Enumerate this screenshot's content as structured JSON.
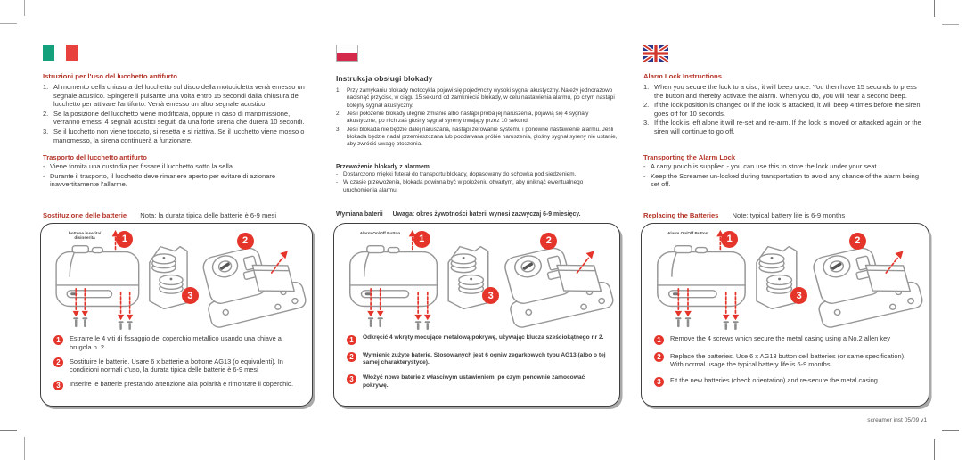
{
  "accent_colors": {
    "heading_red": "#b5352a",
    "callout_red": "#e5352b"
  },
  "footer": "screamer inst 05/09 v1",
  "diagram": {
    "callouts": [
      "1",
      "2",
      "3"
    ]
  },
  "columns": [
    {
      "lang": "italian",
      "heading": "Istruzioni per l'uso del lucchetto antifurto",
      "instructions": [
        {
          "num": "1.",
          "text": "Al momento della chiusura del lucchetto sul disco della motocicletta verrà emesso un segnale acustico. Spingere il pulsante una volta entro 15 secondi dalla chiusura del lucchetto per attivare l'antifurto. Verrà emesso un altro segnale acustico."
        },
        {
          "num": "2.",
          "text": "Se la posizione del lucchetto viene modificata, oppure in caso di manomissione, verranno emessi 4 segnali acustici seguiti da una forte sirena che durerà 10 secondi."
        },
        {
          "num": "3.",
          "text": "Se il lucchetto non viene toccato, si resetta e si riattiva. Se il lucchetto viene mosso o manomesso, la sirena continuerà a funzionare."
        }
      ],
      "transport_heading": "Trasporto del lucchetto antifurto",
      "transport_items": [
        {
          "num": "-",
          "text": "Viene fornita una custodia per fissare il lucchetto sotto la sella."
        },
        {
          "num": "-",
          "text": "Durante il trasporto, il lucchetto deve rimanere aperto per evitare di azionare inavvertitamente l'allarme."
        }
      ],
      "battery_heading": "Sostituzione delle batterie",
      "battery_note": "Nota: la durata tipica delle batterie è 6-9 mesi",
      "diagram_label": "bottone inserita/ disinserita",
      "steps": [
        {
          "num": "1",
          "text": "Estrarre le 4 viti di fissaggio del coperchio metallico usando una chiave a brugola n. 2"
        },
        {
          "num": "2",
          "text": "Sostituire le batterie. Usare 6 x batterie a bottone AG13 (o equivalenti). In condizioni normali d'uso, la durata tipica delle batterie è 6-9 mesi"
        },
        {
          "num": "3",
          "text": "Inserire le batterie prestando attenzione alla polarità e rimontare il coperchio."
        }
      ]
    },
    {
      "lang": "polish",
      "heading": "Instrukcja obsługi blokady",
      "instructions": [
        {
          "num": "1.",
          "text": "Przy zamykaniu blokady motocykla pojawi się pojedynczy wysoki sygnał akustyczny. Należy jednorazowo nacisnąć przycisk, w ciągu 15 sekund od zamknięcia blokady, w celu nastawienia alarmu, po czym nastąpi kolejny sygnał akustyczny."
        },
        {
          "num": "2.",
          "text": "Jeśli położenie blokady ulegnie zmianie albo nastąpi próba jej naruszenia, pojawią się 4 sygnały akustyczne, po nich zaś głośny sygnał syreny trwający przez 10 sekund."
        },
        {
          "num": "3.",
          "text": "Jeśli blokada nie będzie dalej naruszana, nastąpi zerowanie systemu i ponowne nastawienie alarmu. Jeśli blokada będzie nadal przemieszczana lub poddawana próbie naruszenia, głośny sygnał syreny nie ustanie, aby zwrócić uwagę otoczenia."
        }
      ],
      "transport_heading": "Przewożenie blokady z alarmem",
      "transport_items": [
        {
          "num": "-",
          "text": "Dostarczono miękki futerał do transportu blokady, dopasowany do schowka pod siedzeniem."
        },
        {
          "num": "-",
          "text": "W czasie przewożenia, blokada powinna być w położeniu otwartym, aby uniknąć ewentualnego uruchomienia alarmu."
        }
      ],
      "battery_heading": "Wymiana baterii",
      "battery_note": "Uwaga: okres żywotności baterii wynosi zazwyczaj 6-9 miesięcy.",
      "diagram_label": "Alarm On/Off Button",
      "steps": [
        {
          "num": "1",
          "text": "Odkręcić 4 wkręty mocujące metalową pokrywę, używając klucza sześciokątnego nr 2."
        },
        {
          "num": "2",
          "text": "Wymienić zużyte baterie. Stosowanych jest 6 ogniw zegarkowych typu AG13 (albo o tej samej charakterystyce)."
        },
        {
          "num": "3",
          "text": "Włożyć nowe baterie z właściwym ustawieniem, po czym ponownie zamocować pokrywę."
        }
      ]
    },
    {
      "lang": "english",
      "heading": "Alarm Lock Instructions",
      "instructions": [
        {
          "num": "1.",
          "text": "When you secure the lock to a disc, it will beep once. You then have 15 seconds to press the button and thereby activate the alarm. When you do, you will hear a second beep."
        },
        {
          "num": "2.",
          "text": "If the lock position is changed or if the lock is attacked, it will beep 4 times before the siren goes off for 10 seconds."
        },
        {
          "num": "3.",
          "text": "If the lock is left alone it will re-set and re-arm. If the lock is moved or attacked again or the siren will continue to go off."
        }
      ],
      "transport_heading": "Transporting the Alarm Lock",
      "transport_items": [
        {
          "num": "-",
          "text": "A carry pouch is supplied - you can use this to store the lock under your seat."
        },
        {
          "num": "-",
          "text": "Keep the Screamer un-locked during transportation to avoid any chance of the alarm being set off."
        }
      ],
      "battery_heading": "Replacing the Batteries",
      "battery_note": "Note: typical battery life is 6-9 months",
      "diagram_label": "Alarm On/Off Button",
      "steps": [
        {
          "num": "1",
          "text": "Remove the 4 screws which secure the metal casing using a No.2 allen key"
        },
        {
          "num": "2",
          "text": "Replace the batteries. Use 6 x AG13 button cell batteries (or same specification).  With normal usage the typical battery life is 6-9 months"
        },
        {
          "num": "3",
          "text": "Fit the new batteries (check orientation) and re-secure the metal casing"
        }
      ]
    }
  ]
}
